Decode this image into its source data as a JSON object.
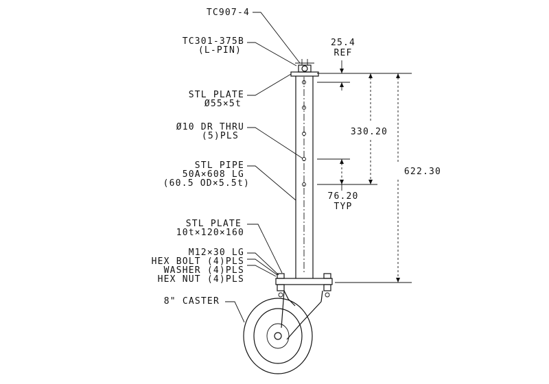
{
  "labels": {
    "tc907": "TC907-4",
    "lpin_1": "TC301-375B",
    "lpin_2": "(L-PIN)",
    "top_plate_1": "STL PLATE",
    "top_plate_2": "Ø55×5t",
    "drill_1": "Ø10 DR THRU",
    "drill_2": "(5)PLS",
    "pipe_1": "STL PIPE",
    "pipe_2": "50A×608 LG",
    "pipe_3": "(60.5 OD×5.5t)",
    "base_plate_1": "STL PLATE",
    "base_plate_2": "10t×120×160",
    "bolt_1": "M12×30 LG",
    "bolt_2": "HEX BOLT (4)PLS",
    "bolt_3": "WASHER (4)PLS",
    "bolt_4": "HEX NUT (4)PLS",
    "caster": "8\" CASTER"
  },
  "dimensions": {
    "ref_value": "25.4",
    "ref_note": "REF",
    "pitch_value": "330.20",
    "typ_value": "76.20",
    "typ_note": "TYP",
    "overall_value": "622.30"
  }
}
